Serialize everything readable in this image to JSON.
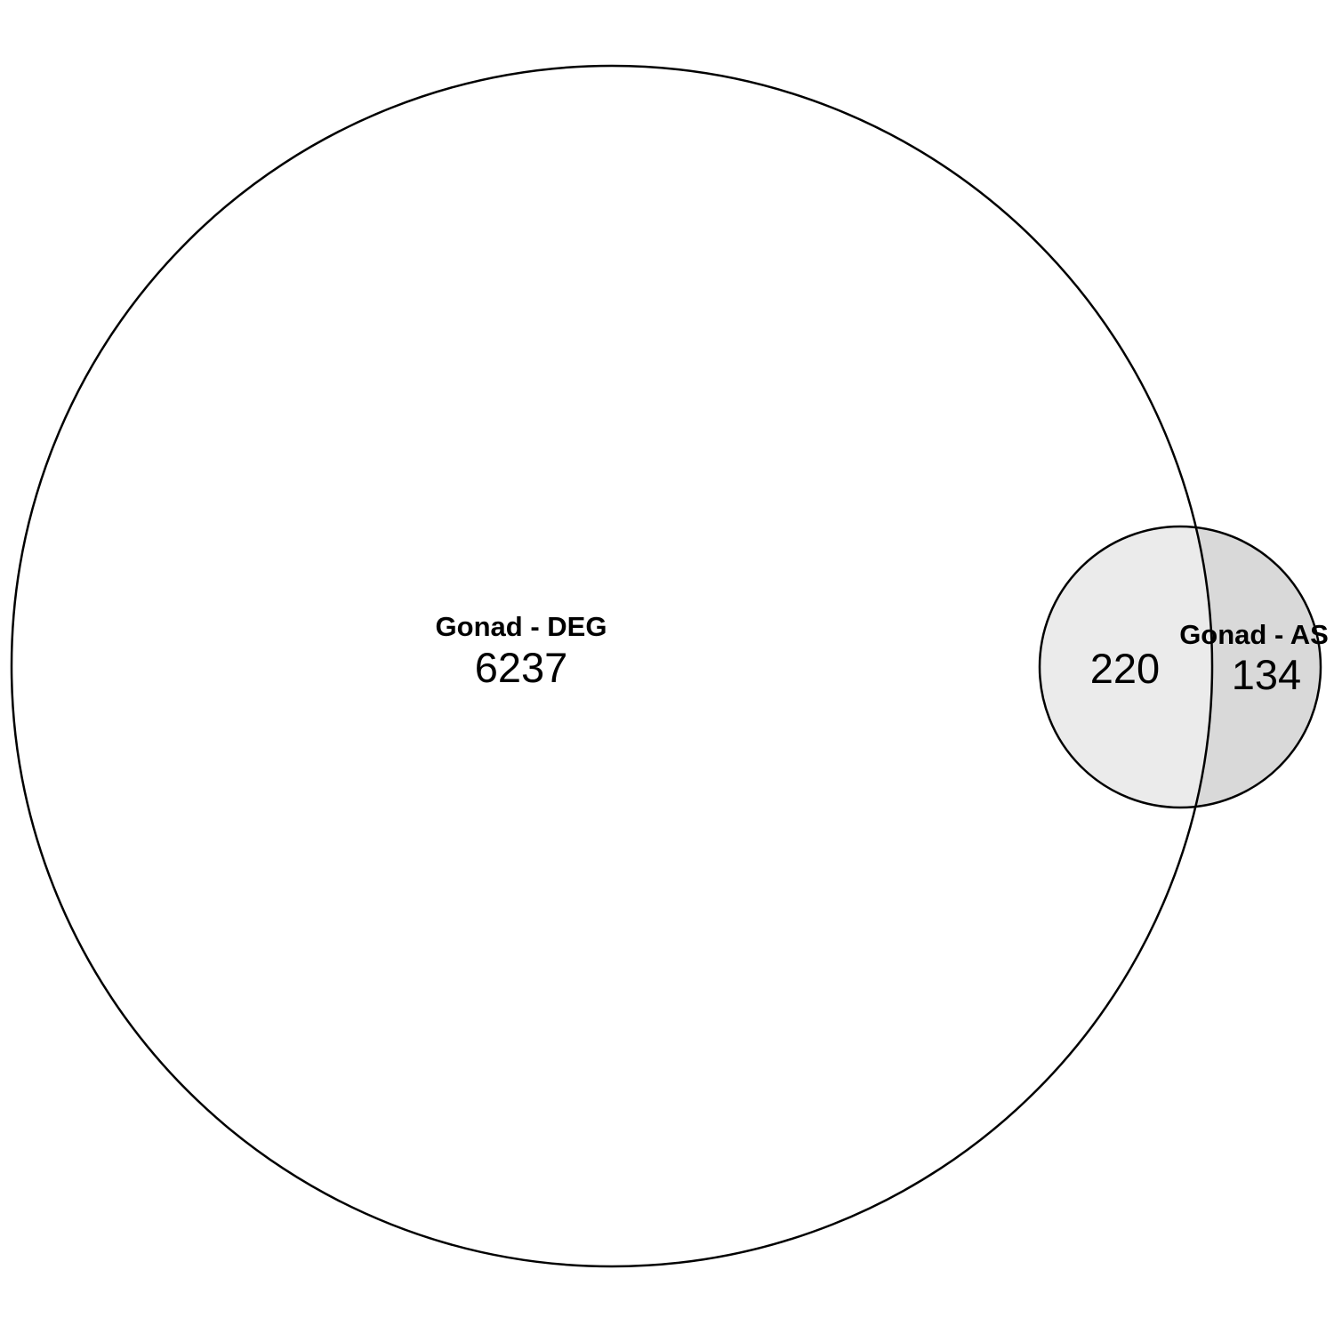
{
  "diagram": {
    "type": "venn",
    "sets": [
      {
        "name": "Gonad - DEG",
        "only_count": "6237"
      },
      {
        "name": "Gonad - AS",
        "only_count": "134"
      }
    ],
    "intersection": {
      "sets": [
        "Gonad - DEG",
        "Gonad - AS"
      ],
      "count": "220"
    },
    "colors": {
      "outline": "#000000",
      "large_circle_fill": "#ffffff",
      "small_circle_fill": "#d9d9d9",
      "overlap_fill": "#ebebeb"
    }
  }
}
